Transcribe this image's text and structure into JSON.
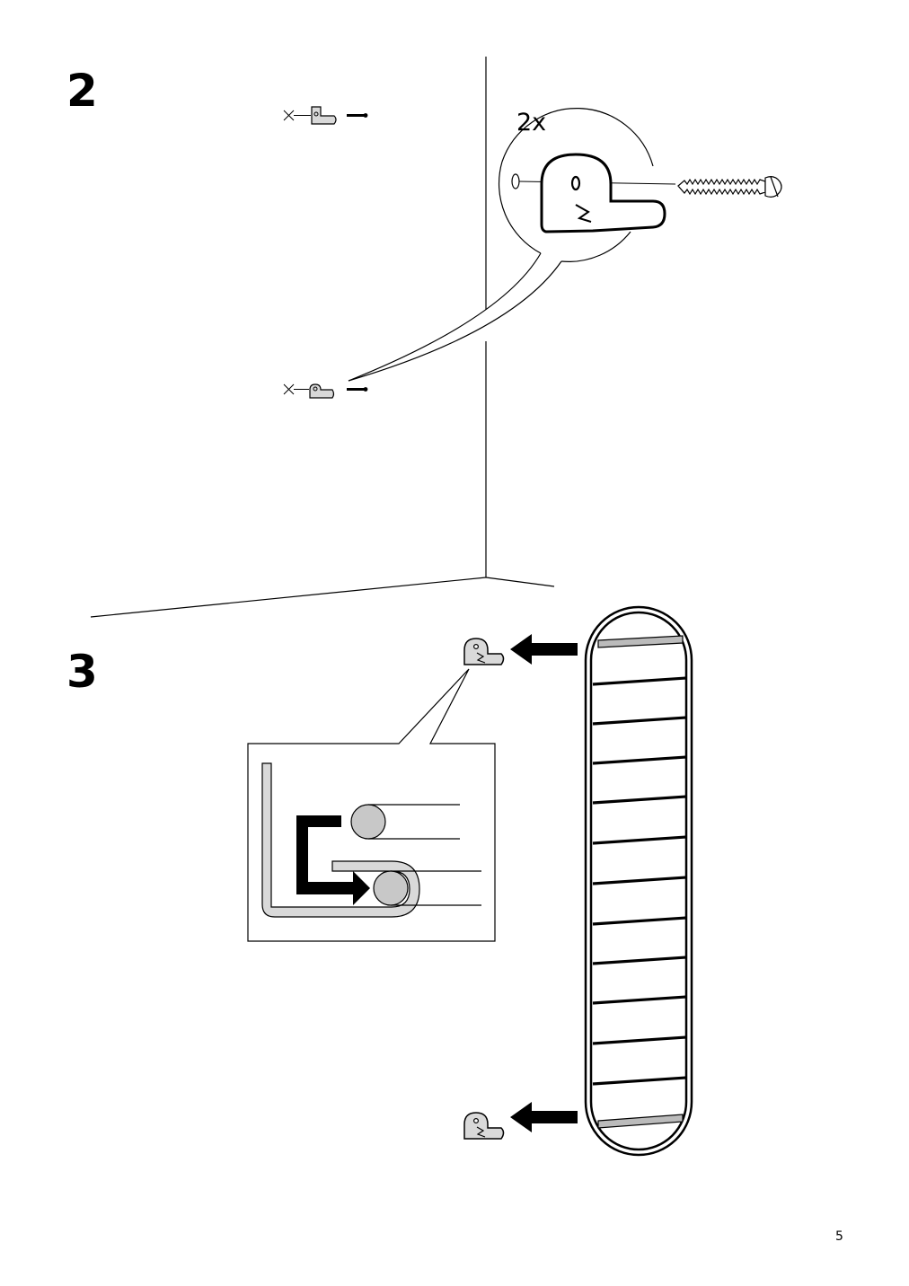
{
  "page": {
    "number": "5"
  },
  "steps": [
    {
      "number": "2",
      "quantity_label": "2x"
    },
    {
      "number": "3"
    }
  ],
  "colors": {
    "line": "#000000",
    "part_fill": "#d9d9d9",
    "background": "#ffffff"
  },
  "icons": [
    "wall-hook-icon",
    "screw-icon",
    "drill-point-icon",
    "push-arrow-icon",
    "oval-rack-icon",
    "detail-callout-icon"
  ]
}
